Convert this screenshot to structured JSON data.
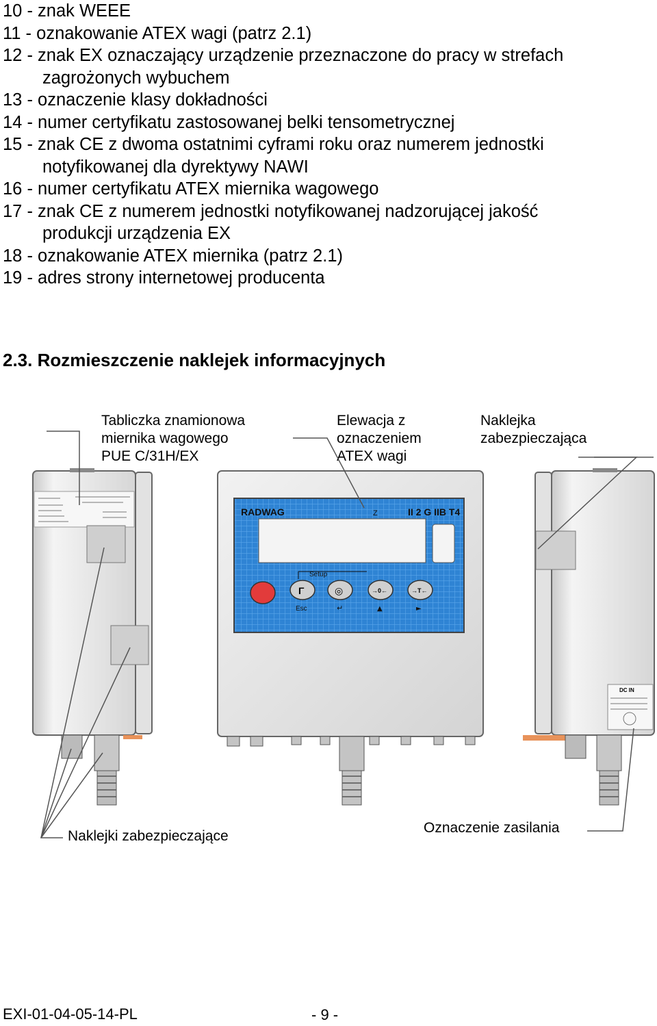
{
  "list": {
    "items": [
      "10 - znak WEEE",
      "11 - oznakowanie ATEX wagi (patrz 2.1)",
      "12 - znak EX oznaczający urządzenie przeznaczone do pracy w strefach",
      "zagrożonych wybuchem",
      "13 - oznaczenie klasy dokładności",
      "14 - numer certyfikatu zastosowanej belki tensometrycznej",
      "15 - znak CE z dwoma ostatnimi cyframi roku oraz numerem jednostki",
      "notyfikowanej dla dyrektywy NAWI",
      "16 - numer certyfikatu ATEX miernika wagowego",
      "17 - znak CE z numerem jednostki notyfikowanej nadzorującej jakość",
      "produkcji urządzenia EX",
      "18 - oznakowanie ATEX miernika (patrz 2.1)",
      "19 - adres strony internetowej producenta"
    ]
  },
  "section": {
    "title": "2.3. Rozmieszczenie naklejek informacyjnych"
  },
  "callouts": {
    "nameplate": "Tabliczka znamionowa\nmiernika wagowego\nPUE C/31H/EX",
    "atex_front": "Elewacja z\noznaczeniem\nATEX wagi",
    "seal_sticker": "Naklejka\nzabezpieczająca",
    "seal_stickers": "Naklejki zabezpieczające",
    "power_marking": "Oznaczenie zasilania"
  },
  "device": {
    "display_brand": "RADWAG",
    "display_atex": "II 2 G IIB T4",
    "zero_mark": "Z",
    "keys": [
      "",
      "Esc",
      "↵",
      "▲",
      "►"
    ],
    "key_symbols": [
      "",
      "Γ",
      "◎",
      "→0←",
      "→T←"
    ],
    "setup_label": "Setup",
    "power_label": "DC IN"
  },
  "footer": {
    "doc_id": "EXI-01-04-05-14-PL",
    "page": "- 9 -"
  }
}
